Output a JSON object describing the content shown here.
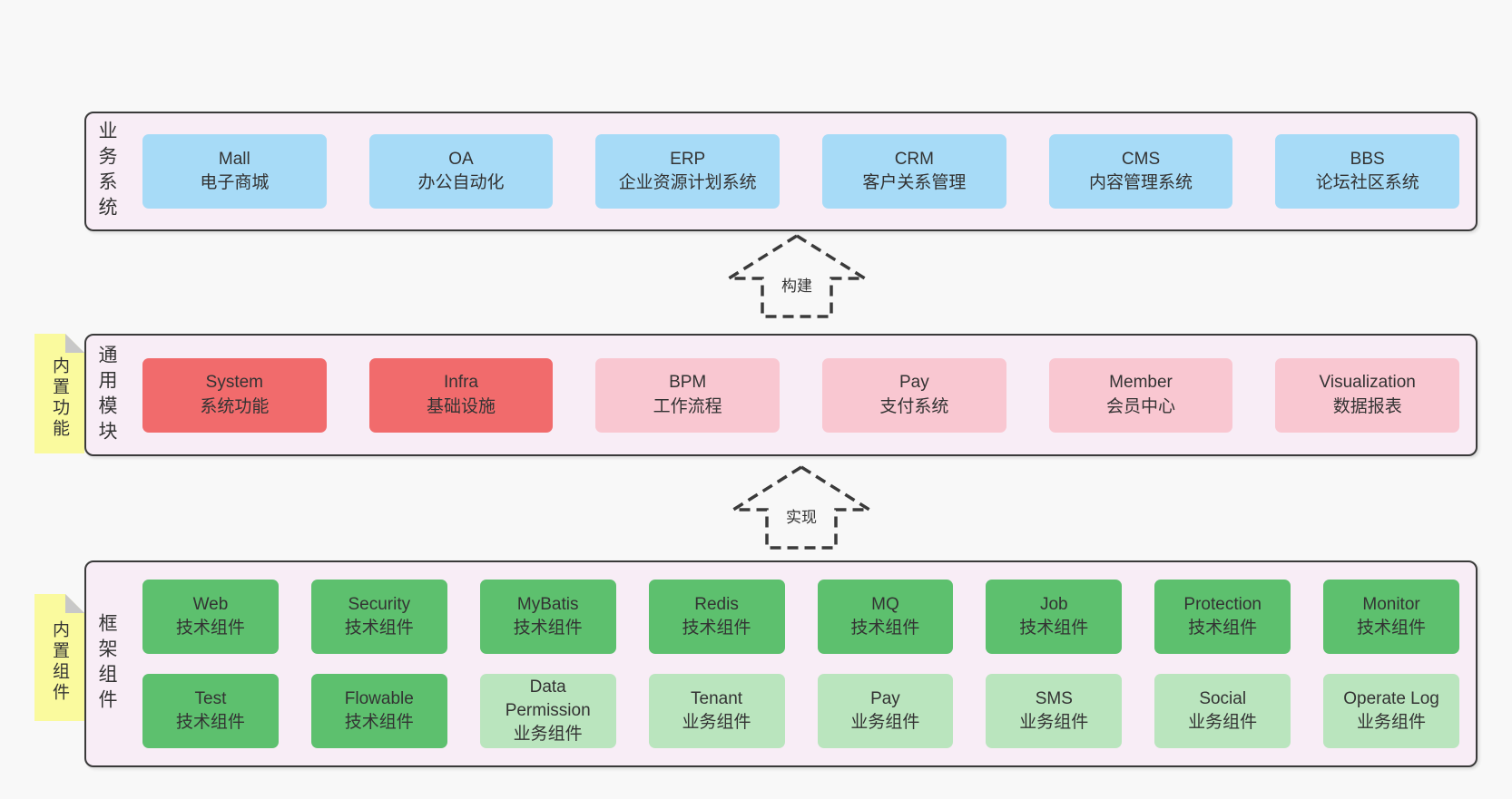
{
  "colors": {
    "page_bg": "#f8f8f8",
    "band_fill": "#f8edf6",
    "line": "#3a3a3a",
    "text": "#333333",
    "blue": "#a7dbf7",
    "red": "#f16b6c",
    "pink": "#f9c7d1",
    "green": "#5dc06e",
    "lightgreen": "#bae5be",
    "yellow": "#fafa9e",
    "fold": "#c8c8c8"
  },
  "layers": [
    {
      "name": "business-systems",
      "side_label": "业务系统",
      "note_label": null,
      "rows": [
        [
          {
            "en": "Mall",
            "zh": "电子商城",
            "variant": "blue"
          },
          {
            "en": "OA",
            "zh": "办公自动化",
            "variant": "blue"
          },
          {
            "en": "ERP",
            "zh": "企业资源计划系统",
            "variant": "blue"
          },
          {
            "en": "CRM",
            "zh": "客户关系管理",
            "variant": "blue"
          },
          {
            "en": "CMS",
            "zh": "内容管理系统",
            "variant": "blue"
          },
          {
            "en": "BBS",
            "zh": "论坛社区系统",
            "variant": "blue"
          }
        ]
      ]
    },
    {
      "name": "common-modules",
      "side_label": "通用模块",
      "note_label": "内置功能",
      "rows": [
        [
          {
            "en": "System",
            "zh": "系统功能",
            "variant": "red"
          },
          {
            "en": "Infra",
            "zh": "基础设施",
            "variant": "red"
          },
          {
            "en": "BPM",
            "zh": "工作流程",
            "variant": "pink"
          },
          {
            "en": "Pay",
            "zh": "支付系统",
            "variant": "pink"
          },
          {
            "en": "Member",
            "zh": "会员中心",
            "variant": "pink"
          },
          {
            "en": "Visualization",
            "zh": "数据报表",
            "variant": "pink"
          }
        ]
      ]
    },
    {
      "name": "framework-components",
      "side_label": "框架组件",
      "note_label": "内置组件",
      "rows": [
        [
          {
            "en": "Web",
            "zh": "技术组件",
            "variant": "green"
          },
          {
            "en": "Security",
            "zh": "技术组件",
            "variant": "green"
          },
          {
            "en": "MyBatis",
            "zh": "技术组件",
            "variant": "green"
          },
          {
            "en": "Redis",
            "zh": "技术组件",
            "variant": "green"
          },
          {
            "en": "MQ",
            "zh": "技术组件",
            "variant": "green"
          },
          {
            "en": "Job",
            "zh": "技术组件",
            "variant": "green"
          },
          {
            "en": "Protection",
            "zh": "技术组件",
            "variant": "green"
          },
          {
            "en": "Monitor",
            "zh": "技术组件",
            "variant": "green"
          }
        ],
        [
          {
            "en": "Test",
            "zh": "技术组件",
            "variant": "green"
          },
          {
            "en": "Flowable",
            "zh": "技术组件",
            "variant": "green"
          },
          {
            "en": "Data Permission",
            "zh": "业务组件",
            "variant": "lightgreen"
          },
          {
            "en": "Tenant",
            "zh": "业务组件",
            "variant": "lightgreen"
          },
          {
            "en": "Pay",
            "zh": "业务组件",
            "variant": "lightgreen"
          },
          {
            "en": "SMS",
            "zh": "业务组件",
            "variant": "lightgreen"
          },
          {
            "en": "Social",
            "zh": "业务组件",
            "variant": "lightgreen"
          },
          {
            "en": "Operate Log",
            "zh": "业务组件",
            "variant": "lightgreen"
          }
        ]
      ]
    }
  ],
  "arrows": [
    {
      "label": "构建"
    },
    {
      "label": "实现"
    }
  ]
}
